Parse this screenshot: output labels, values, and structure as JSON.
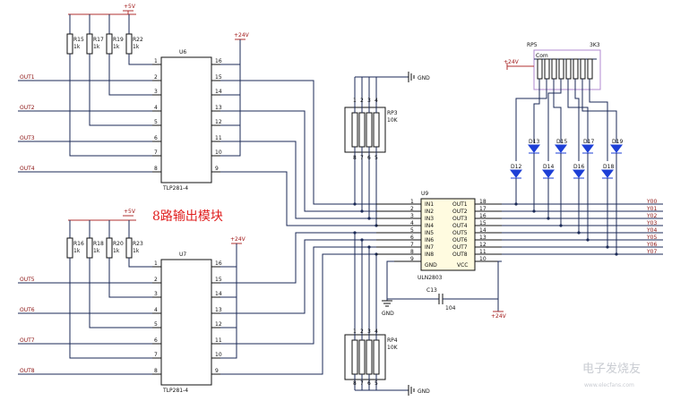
{
  "title": "8路输出模块",
  "power": {
    "vcc5": "+5V",
    "vcc24": "+24V",
    "gnd": "GND"
  },
  "optocouplers": [
    {
      "ref": "U6",
      "part": "TLP281-4",
      "pins_left": [
        "1",
        "2",
        "3",
        "4",
        "5",
        "6",
        "7",
        "8"
      ],
      "pins_right": [
        "16",
        "15",
        "14",
        "13",
        "12",
        "11",
        "10",
        "9"
      ]
    },
    {
      "ref": "U7",
      "part": "TLP281-4",
      "pins_left": [
        "1",
        "2",
        "3",
        "4",
        "5",
        "6",
        "7",
        "8"
      ],
      "pins_right": [
        "16",
        "15",
        "14",
        "13",
        "12",
        "11",
        "10",
        "9"
      ]
    }
  ],
  "resistors_top": [
    {
      "ref": "R15",
      "value": "1k"
    },
    {
      "ref": "R17",
      "value": "1k"
    },
    {
      "ref": "R19",
      "value": "1k"
    },
    {
      "ref": "R22",
      "value": "1k"
    }
  ],
  "resistors_bottom": [
    {
      "ref": "R16",
      "value": "1k"
    },
    {
      "ref": "R18",
      "value": "1k"
    },
    {
      "ref": "R20",
      "value": "1k"
    },
    {
      "ref": "R23",
      "value": "1k"
    }
  ],
  "inputs_top": [
    "OUT1",
    "OUT2",
    "OUT3",
    "OUT4"
  ],
  "inputs_bottom": [
    "OUT5",
    "OUT6",
    "OUT7",
    "OUT8"
  ],
  "rp3": {
    "ref": "RP3",
    "value": "10K",
    "pins": [
      "1",
      "2",
      "3",
      "4",
      "8",
      "7",
      "6",
      "5"
    ]
  },
  "rp4": {
    "ref": "RP4",
    "value": "10K",
    "pins": [
      "1",
      "2",
      "3",
      "4",
      "8",
      "7",
      "6",
      "5"
    ]
  },
  "rp5": {
    "ref": "RP5",
    "value": "3K3",
    "common": "Com"
  },
  "uln": {
    "ref": "U9",
    "part": "ULN2803",
    "left_pins": [
      {
        "num": "1",
        "name": "IN1"
      },
      {
        "num": "2",
        "name": "IN2"
      },
      {
        "num": "3",
        "name": "IN3"
      },
      {
        "num": "4",
        "name": "IN4"
      },
      {
        "num": "5",
        "name": "IN5"
      },
      {
        "num": "6",
        "name": "IN6"
      },
      {
        "num": "7",
        "name": "IN7"
      },
      {
        "num": "8",
        "name": "IN8"
      },
      {
        "num": "9",
        "name": "GND"
      }
    ],
    "right_pins": [
      {
        "num": "18",
        "name": "OUT1"
      },
      {
        "num": "17",
        "name": "OUT2"
      },
      {
        "num": "16",
        "name": "OUT3"
      },
      {
        "num": "15",
        "name": "OUT4"
      },
      {
        "num": "14",
        "name": "OUT5"
      },
      {
        "num": "13",
        "name": "OUT6"
      },
      {
        "num": "12",
        "name": "OUT7"
      },
      {
        "num": "11",
        "name": "OUT8"
      },
      {
        "num": "10",
        "name": "VCC"
      }
    ]
  },
  "outputs": [
    "Y00",
    "Y01",
    "Y02",
    "Y03",
    "Y04",
    "Y05",
    "Y06",
    "Y07"
  ],
  "leds_upper": [
    "D13",
    "D15",
    "D17",
    "D19"
  ],
  "leds_lower": [
    "D12",
    "D14",
    "D16",
    "D18"
  ],
  "capacitor": {
    "ref": "C13",
    "value": "104"
  },
  "watermark": "电子发烧友",
  "watermark_url": "www.elecfans.com"
}
